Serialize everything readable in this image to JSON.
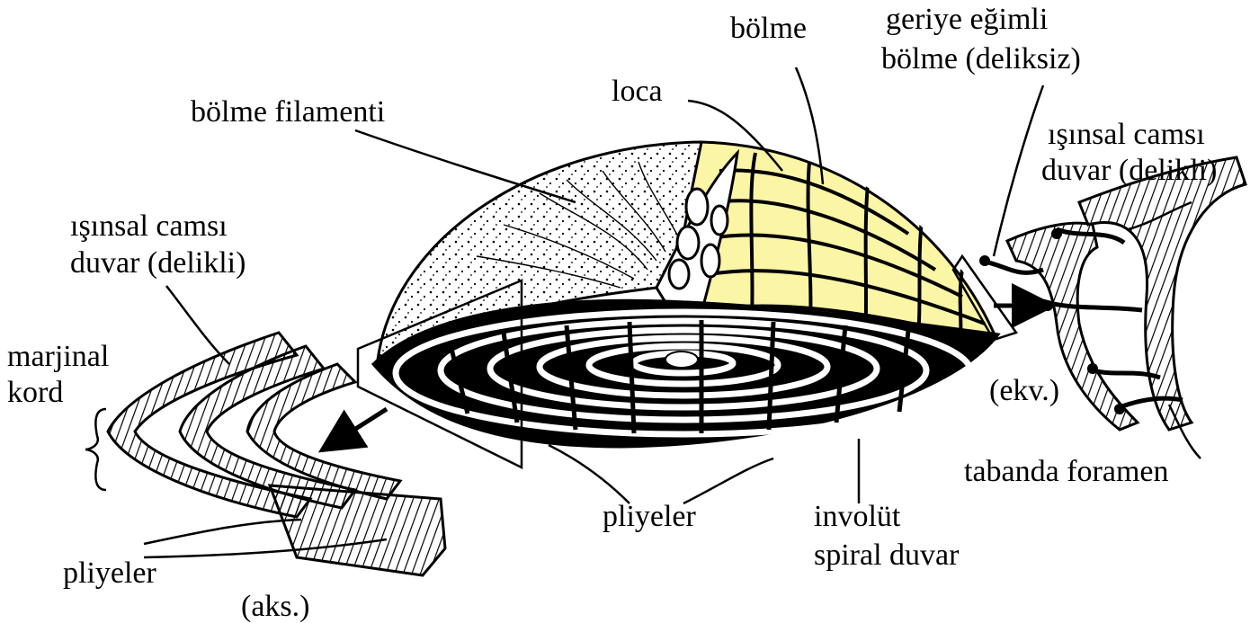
{
  "labels": {
    "bolme_filamenti": "bölme filamenti",
    "loca": "loca",
    "bolme": "bölme",
    "geriye_line1": "geriye eğimli",
    "geriye_line2": "bölme (deliksiz)",
    "left_isinsal_line1": "ışınsal camsı",
    "left_isinsal_line2": "duvar (delikli)",
    "marjinal_line1": "marjinal",
    "marjinal_line2": "kord",
    "right_isinsal_line1": "ışınsal camsı",
    "right_isinsal_line2": "duvar (delikli)",
    "ekv": "(ekv.)",
    "tabanda_foramen": "tabanda foramen",
    "pliyeler_center": "pliyeler",
    "involut_line1": "involüt",
    "involut_line2": "spiral duvar",
    "pliyeler_left": "pliyeler",
    "aks": "(aks.)"
  },
  "colors": {
    "chamber_fill": "#fbf5a6",
    "ink": "#000000",
    "background": "#ffffff"
  }
}
